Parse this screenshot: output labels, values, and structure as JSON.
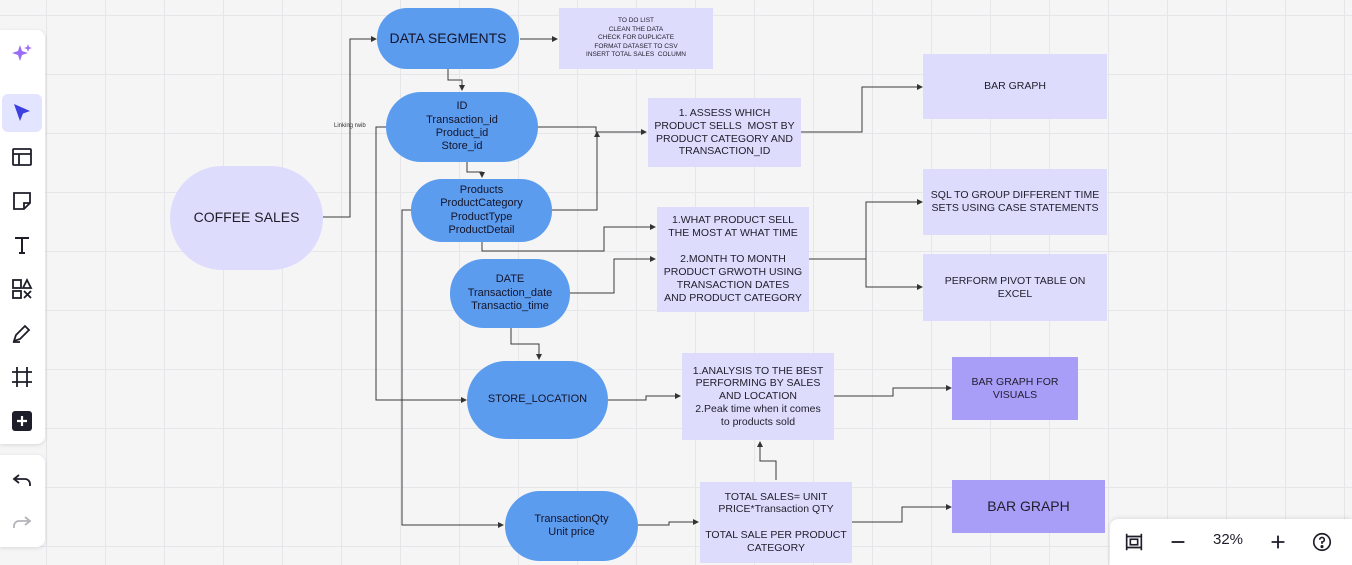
{
  "toolbar": {
    "tools": [
      {
        "name": "sparkle-icon",
        "active": false
      },
      {
        "name": "cursor-icon",
        "active": true
      },
      {
        "name": "template-icon",
        "active": false
      },
      {
        "name": "sticky-note-icon",
        "active": false
      },
      {
        "name": "text-icon",
        "active": false
      },
      {
        "name": "shapes-icon",
        "active": false
      },
      {
        "name": "pen-icon",
        "active": false
      },
      {
        "name": "frame-icon",
        "active": false
      },
      {
        "name": "add-icon",
        "active": false
      }
    ],
    "history": [
      "undo-icon",
      "redo-icon"
    ]
  },
  "zoom": {
    "value": "32%"
  },
  "colors": {
    "pill": "#5c9cef",
    "card": "#dedcfd",
    "card_dark": "#a89ef8",
    "coffee": "#dedcfd",
    "sparkle": "#9b6cf5",
    "accent": "#3d3fe0"
  },
  "nodes": {
    "coffee_sales": {
      "lines": [
        "COFFEE SALES"
      ]
    },
    "data_segments": {
      "lines": [
        "DATA SEGMENTS"
      ]
    },
    "todo": {
      "lines": [
        "TO DO LIST",
        "CLEAN THE DATA",
        "CHECK FOR DUPLICATE",
        "FORMAT DATASET TO CSV",
        "INSERT TOTAL SALES  COLUMN"
      ]
    },
    "ids": {
      "lines": [
        "ID",
        "Transaction_id",
        "Product_id",
        "Store_id"
      ]
    },
    "products": {
      "lines": [
        "Products",
        "ProductCategory",
        "ProductType",
        "ProductDetail"
      ]
    },
    "date": {
      "lines": [
        "DATE",
        "Transaction_date",
        "Transactio_time"
      ]
    },
    "store_location": {
      "lines": [
        "STORE_LOCATION"
      ]
    },
    "qty": {
      "lines": [
        "TransactionQty",
        "Unit price"
      ]
    },
    "assess": {
      "lines": [
        "1. ASSESS WHICH",
        "PRODUCT SELLS  MOST BY",
        "PRODUCT CATEGORY AND",
        "TRANSACTION_ID"
      ]
    },
    "what_product": {
      "lines": [
        "1.WHAT PRODUCT SELL",
        "THE MOST AT WHAT TIME",
        "",
        "2.MONTH TO MONTH",
        "PRODUCT GRWOTH USING",
        "TRANSACTION DATES",
        "AND PRODUCT CATEGORY"
      ]
    },
    "analysis": {
      "lines": [
        "1.ANALYSIS TO THE BEST",
        "PERFORMING BY SALES",
        "AND LOCATION",
        "2.Peak time when it comes",
        "to products sold"
      ]
    },
    "total_sales": {
      "lines": [
        "TOTAL SALES= UNIT",
        "PRICE*Transaction QTY",
        "",
        "TOTAL SALE PER PRODUCT",
        "CATEGORY"
      ]
    },
    "bar_graph_1": {
      "lines": [
        "BAR GRAPH"
      ]
    },
    "sql": {
      "lines": [
        "SQL TO GROUP DIFFERENT TIME",
        "SETS USING CASE STATEMENTS"
      ]
    },
    "pivot": {
      "lines": [
        "PERFORM PIVOT TABLE ON",
        "EXCEL"
      ]
    },
    "bar_graph_visuals": {
      "lines": [
        "BAR GRAPH FOR",
        "VISUALS"
      ]
    },
    "bar_graph_2": {
      "lines": [
        "BAR GRAPH"
      ]
    }
  },
  "edge_label": "Linking rwib"
}
